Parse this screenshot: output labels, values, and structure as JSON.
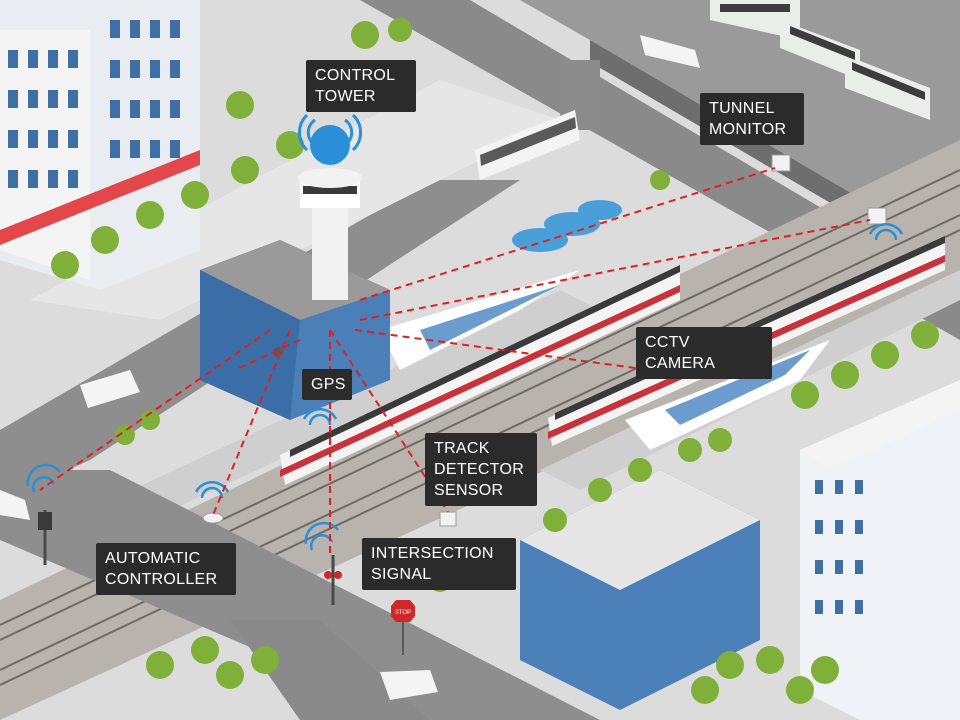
{
  "labels": {
    "control_tower": "CONTROL\nTOWER",
    "tunnel_monitor": "TUNNEL\nMONITOR",
    "cctv_camera": "CCTV CAMERA",
    "gps": "GPS",
    "track_detector_sensor": "TRACK\nDETECTOR\nSENSOR",
    "intersection_signal": "INTERSECTION\nSIGNAL",
    "automatic_controller": "AUTOMATIC\nCONTROLLER",
    "stop_sign": "STOP"
  },
  "colors": {
    "ground": "#dcdcdc",
    "road": "#8e8e8e",
    "sidewalk": "#e8e8e8",
    "grass": "#9cc83c",
    "tree": "#7fb03a",
    "building_glass": "#4a7fb8",
    "building_white": "#f2f2f2",
    "train_red": "#c8323a",
    "train_white": "#f4f4f4",
    "signal_line": "#e02020",
    "wifi_blue": "#2a8fd8",
    "label_bg": "#2b2b2b"
  },
  "nodes": {
    "hub": "control-tower",
    "links": [
      "tunnel-monitor",
      "cctv-camera",
      "gps",
      "track-detector-sensor",
      "intersection-signal",
      "automatic-controller",
      "traffic-light",
      "rail-side-sensor"
    ]
  }
}
